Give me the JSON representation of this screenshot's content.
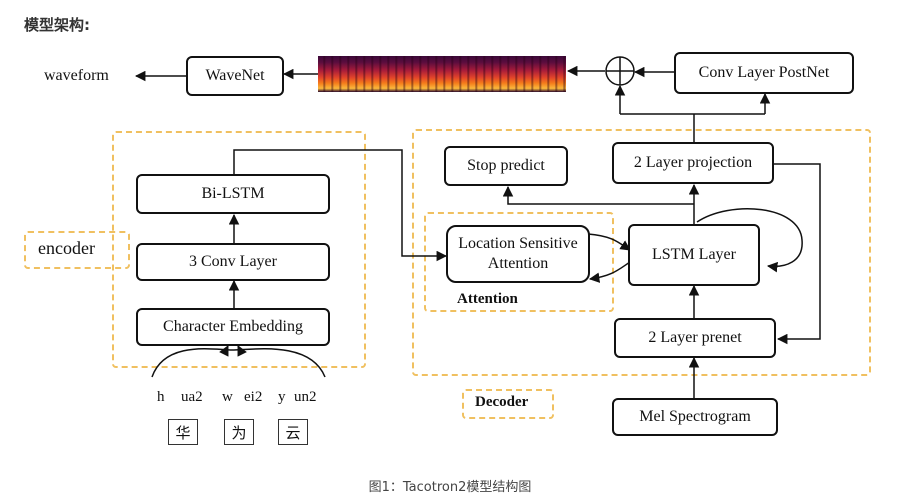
{
  "heading": "模型架构:",
  "caption": "图1：Tacotron2模型结构图",
  "output": {
    "waveform": "waveform"
  },
  "boxes": {
    "wavenet": "WaveNet",
    "postnet": "Conv Layer PostNet",
    "bilstm": "Bi-LSTM",
    "conv3": "3 Conv Layer",
    "char_embedding": "Character Embedding",
    "stop_predict": "Stop predict",
    "projection": "2 Layer projection",
    "attention_box": "Location Sensitive Attention",
    "lstm": "LSTM Layer",
    "prenet": "2 Layer prenet",
    "mel": "Mel Spectrogram"
  },
  "groups": {
    "encoder": "encoder",
    "attention": "Attention",
    "decoder": "Decoder"
  },
  "input": {
    "tokens": [
      "h",
      "ua2",
      "w",
      "ei2",
      "y",
      "un2"
    ],
    "chars": [
      "华",
      "为",
      "云"
    ]
  },
  "icons": {
    "sum": "circle-plus-icon"
  },
  "colors": {
    "dashed_group": "#f0c060",
    "box_border": "#111111"
  }
}
